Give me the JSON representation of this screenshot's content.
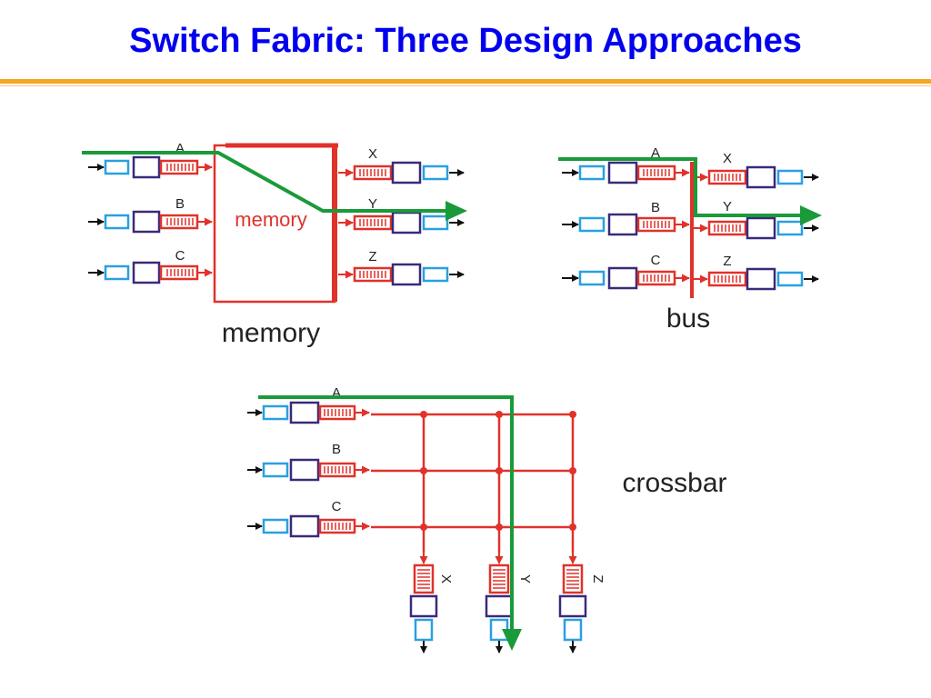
{
  "title": "Switch Fabric: Three Design Approaches",
  "colors": {
    "title": "#0000ee",
    "rule": "#f5a623",
    "fabric_red": "#e0322b",
    "path_green": "#1a9a3a",
    "port_blue": "#2aa0e0",
    "port_purple": "#3a2a7a"
  },
  "memory_panel": {
    "inner_label": "memory",
    "caption": "memory",
    "inputs": [
      "A",
      "B",
      "C"
    ],
    "outputs": [
      "X",
      "Y",
      "Z"
    ]
  },
  "bus_panel": {
    "caption": "bus",
    "inputs": [
      "A",
      "B",
      "C"
    ],
    "outputs": [
      "X",
      "Y",
      "Z"
    ]
  },
  "crossbar_panel": {
    "caption": "crossbar",
    "inputs": [
      "A",
      "B",
      "C"
    ],
    "outputs": [
      "X",
      "Y",
      "Z"
    ]
  }
}
